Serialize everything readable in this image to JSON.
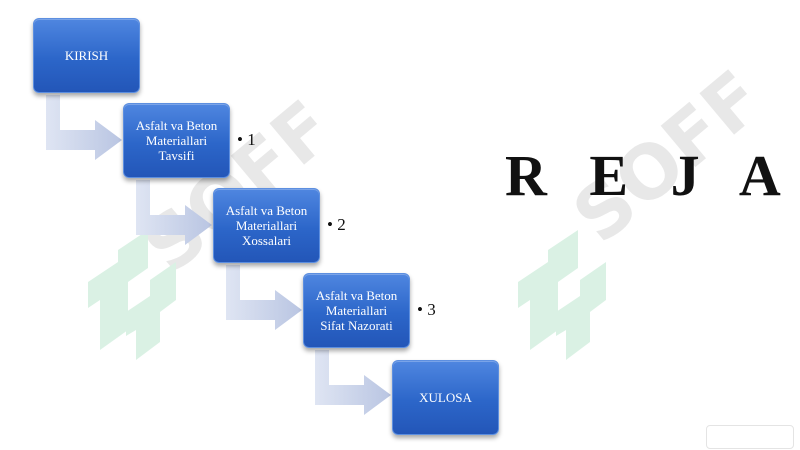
{
  "title": "R E J A",
  "flow": [
    {
      "id": "b0",
      "lines": [
        "KIRISH"
      ]
    },
    {
      "id": "b1",
      "lines": [
        "Asfalt va Beton",
        "Materiallari",
        "Tavsifi"
      ]
    },
    {
      "id": "b2",
      "lines": [
        "Asfalt va Beton",
        "Materiallari",
        "Xossalari"
      ]
    },
    {
      "id": "b3",
      "lines": [
        "Asfalt va Beton",
        "Materiallari",
        "Sifat Nazorati"
      ]
    },
    {
      "id": "b4",
      "lines": [
        "XULOSA"
      ]
    }
  ],
  "bullets": [
    "• 1",
    "• 2",
    "• 3"
  ],
  "watermark": {
    "text": "SOFF",
    "color": "#5cc48a"
  },
  "colors": {
    "box": "#2c66c9",
    "arrow": "#c4cde6",
    "text": "#111111"
  }
}
